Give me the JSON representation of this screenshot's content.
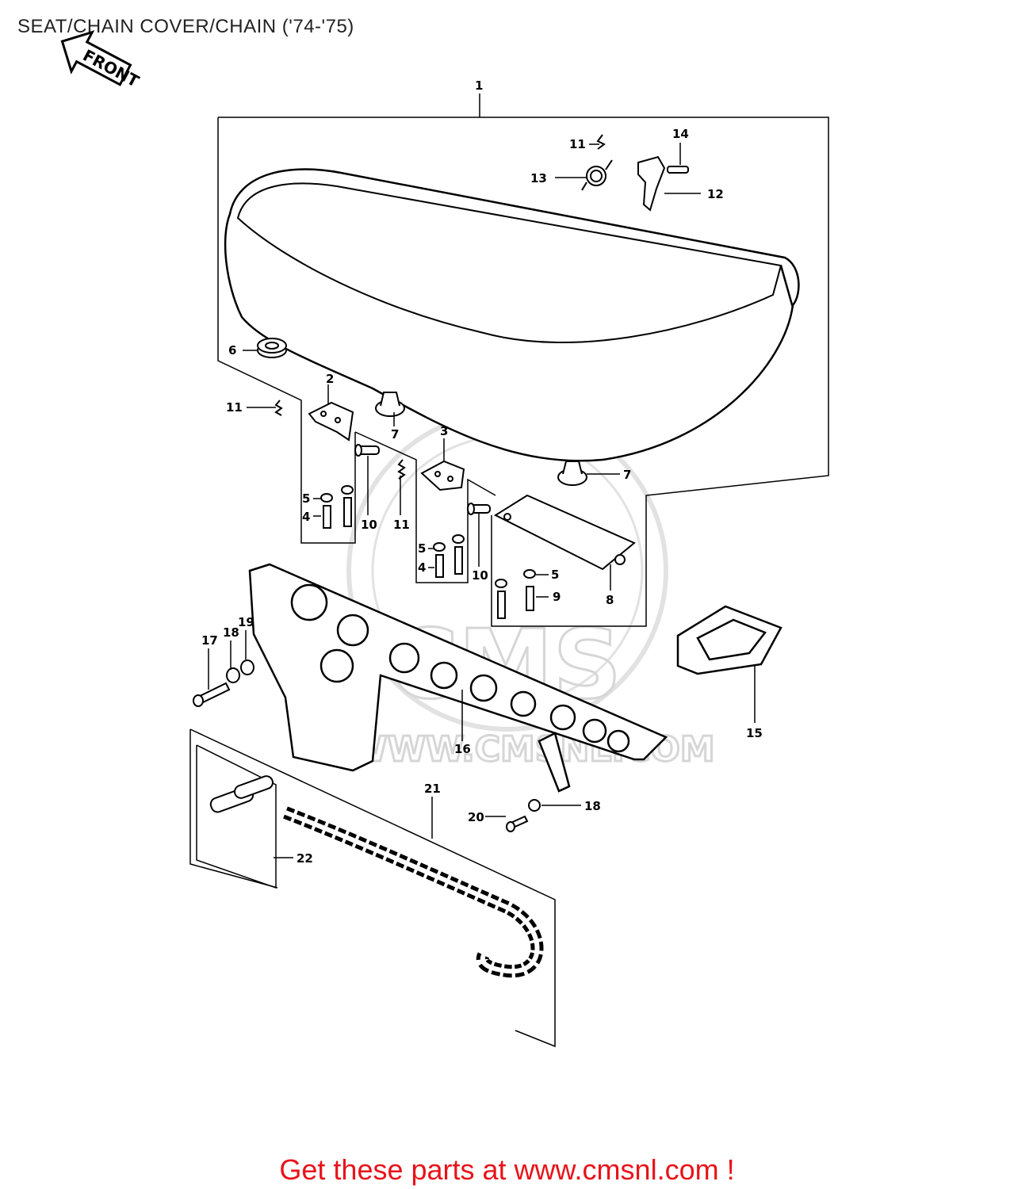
{
  "page": {
    "title": "SEAT/CHAIN COVER/CHAIN ('74-'75)",
    "footer_link": "Get these parts at www.cmsnl.com !"
  },
  "arrow": {
    "label": "FRONT"
  },
  "watermark": {
    "brand": "CMS",
    "url": "WWW.CMSNL.COM"
  },
  "callouts": {
    "seat": "1",
    "bracket_front": "2",
    "bracket_rear": "3",
    "bolt_left": "4",
    "washer_left": "5",
    "bolt_mid": "4",
    "washer_mid": "5",
    "washer_plate": "5",
    "damper": "6",
    "grommet_upper": "7",
    "grommet_right": "7",
    "plate": "8",
    "bolt_plate": "9",
    "pin_left": "10",
    "pin_mid": "10",
    "clip_top": "11",
    "clip_left": "11",
    "clip_mid": "11",
    "hook": "12",
    "spring": "13",
    "pin_hook": "14",
    "grommet_frame": "15",
    "chain_cover": "16",
    "bolt_cover": "17",
    "washer_cover_a": "18",
    "washer_cover_b": "19",
    "washer_lower": "18",
    "bolt_lower": "20",
    "chain": "21",
    "master_link": "22"
  },
  "colors": {
    "footer": "#e8131a",
    "line": "#000000",
    "watermark": "#d6d6d6"
  }
}
